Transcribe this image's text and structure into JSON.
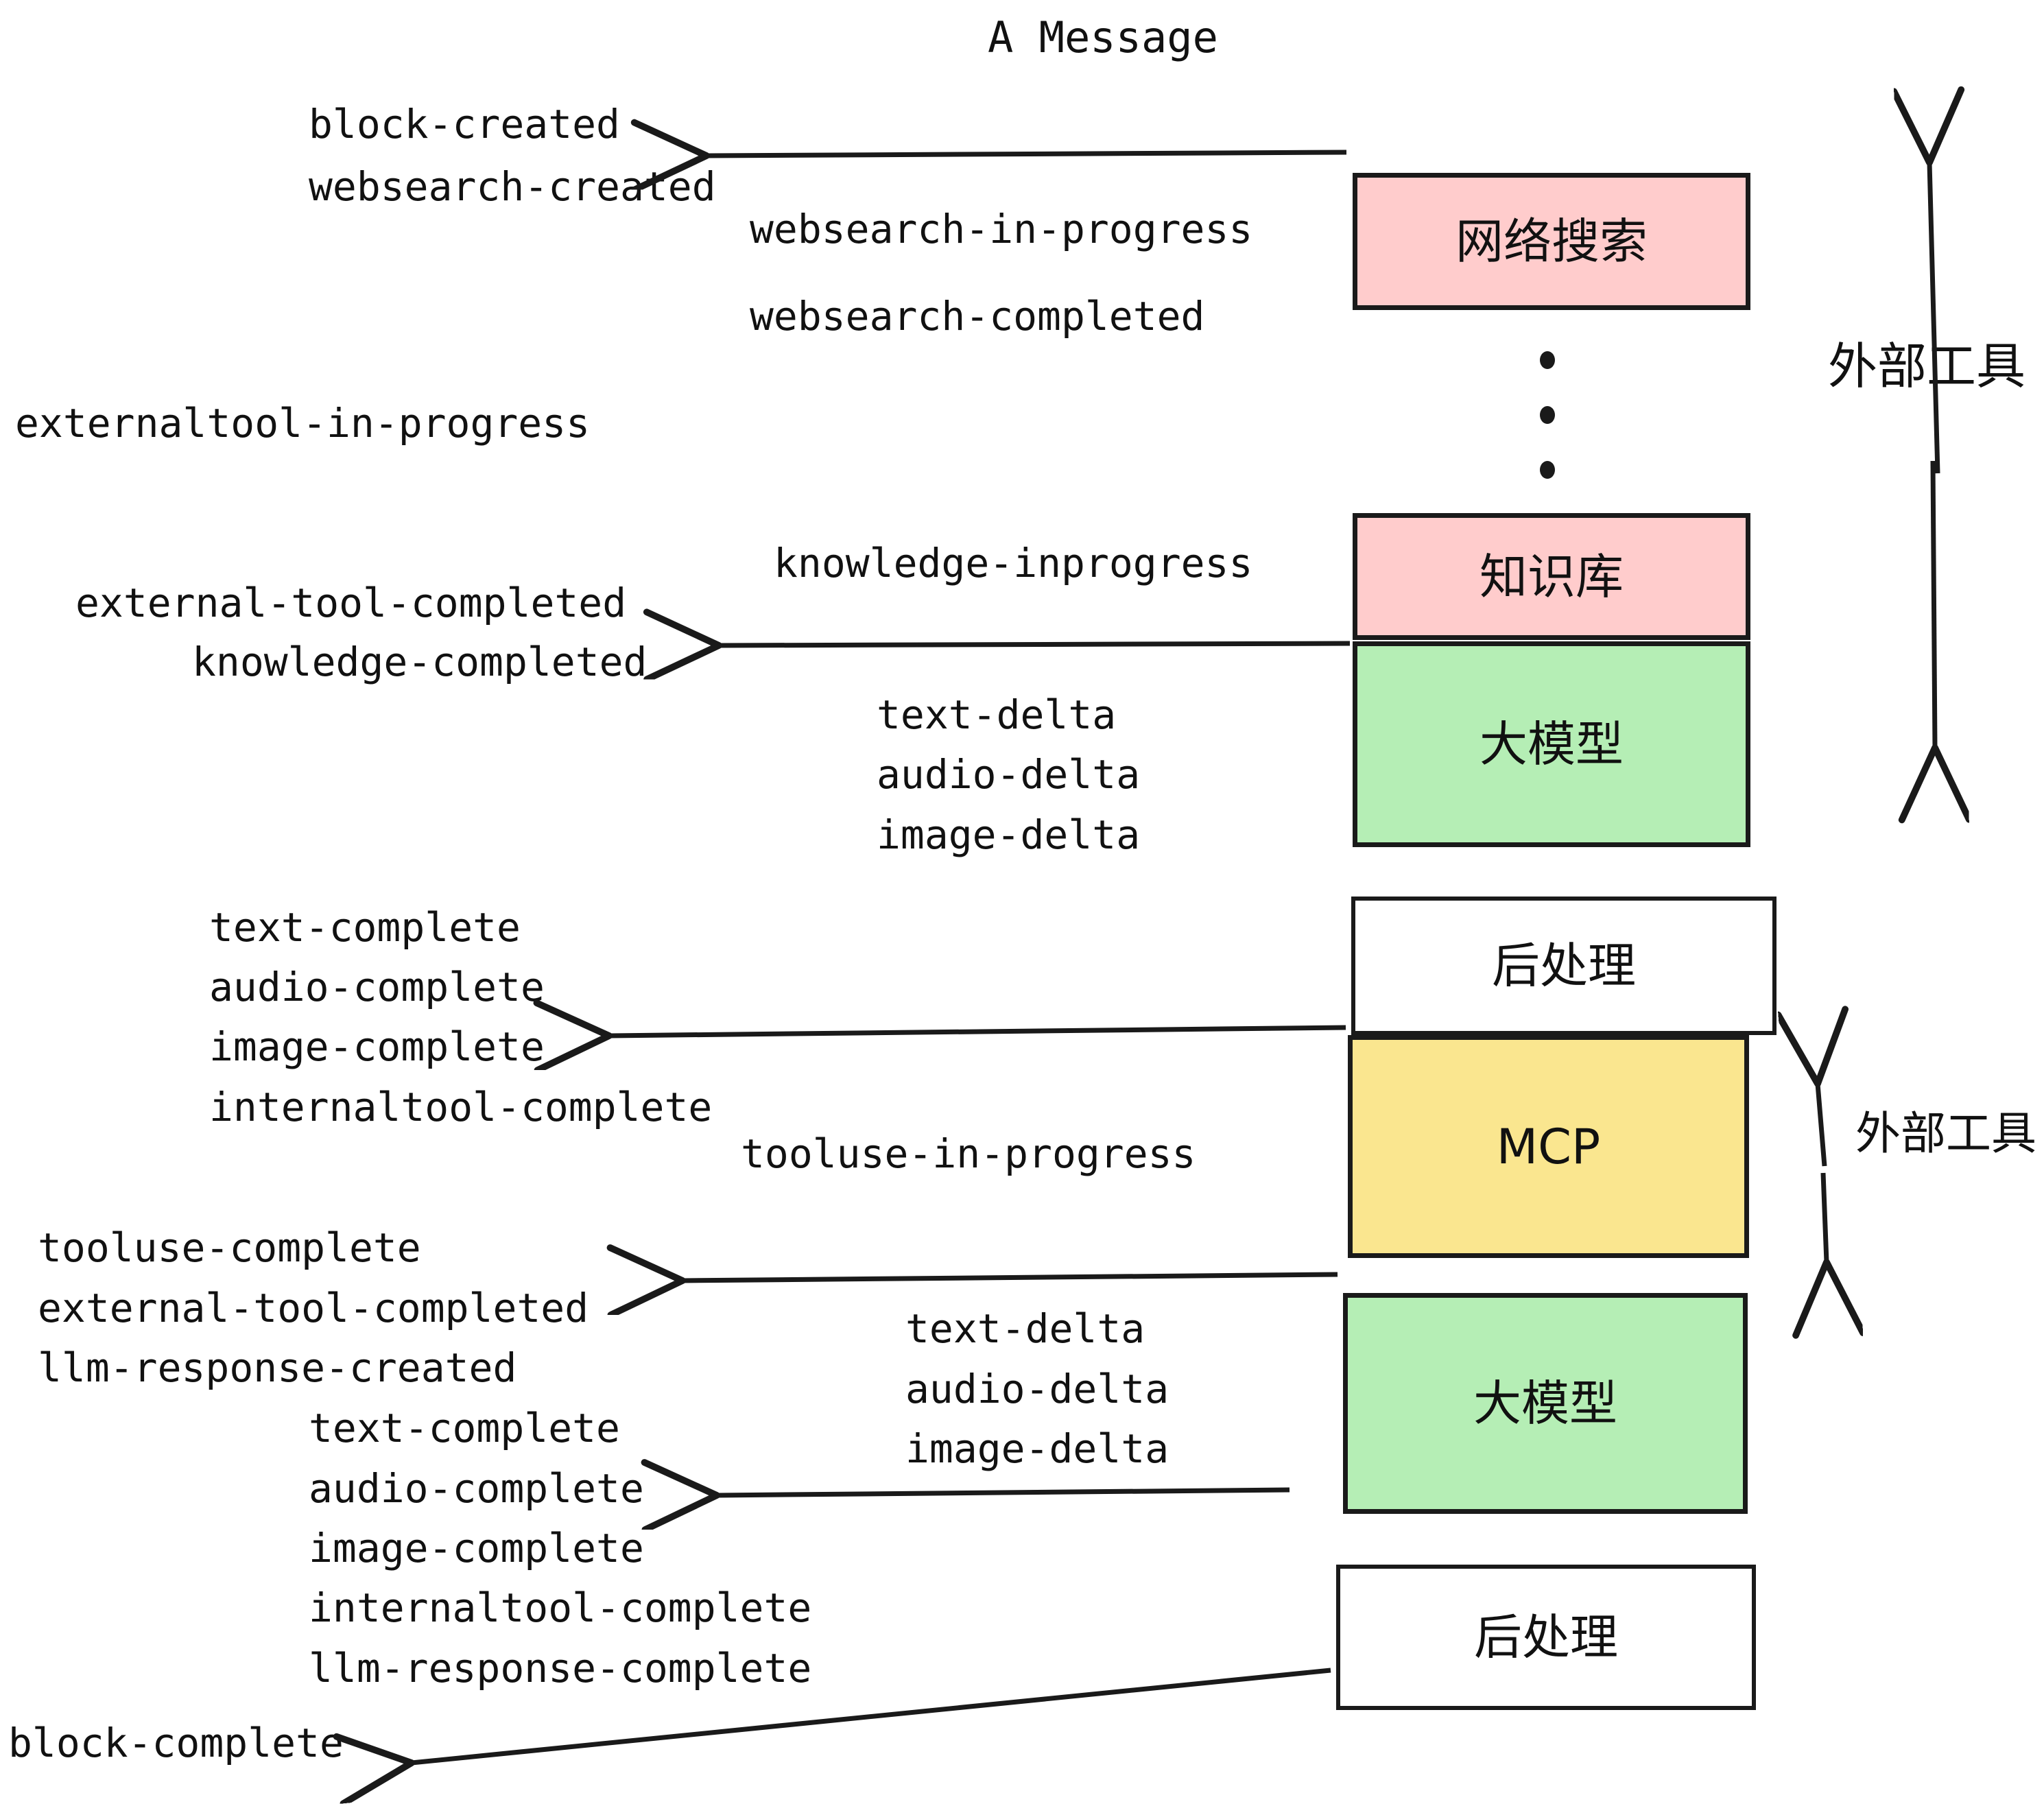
{
  "title": "A Message",
  "colors": {
    "pink": "#ffcccc",
    "green": "#b5eeb5",
    "yellow": "#fae68f",
    "white": "#ffffff",
    "stroke": "#1a1a1a",
    "text": "#111111"
  },
  "nodes": [
    {
      "id": "websearch",
      "label": "网络搜索",
      "fill": "pink"
    },
    {
      "id": "knowledge",
      "label": "知识库",
      "fill": "pink"
    },
    {
      "id": "llm-1",
      "label": "大模型",
      "fill": "green"
    },
    {
      "id": "postprocess-1",
      "label": "后处理",
      "fill": "white"
    },
    {
      "id": "mcp",
      "label": "MCP",
      "fill": "yellow"
    },
    {
      "id": "llm-2",
      "label": "大模型",
      "fill": "green"
    },
    {
      "id": "postprocess-2",
      "label": "后处理",
      "fill": "white"
    }
  ],
  "side_labels": [
    {
      "id": "external-tools-top",
      "label": "外部工具"
    },
    {
      "id": "external-tools-bottom",
      "label": "外部工具"
    }
  ],
  "events": {
    "block_created": "block-created",
    "websearch_created": "websearch-created",
    "websearch_in_progress": "websearch-in-progress",
    "websearch_completed": "websearch-completed",
    "externaltool_in_progress": "externaltool-in-progress",
    "knowledge_inprogress": "knowledge-inprogress",
    "external_tool_completed": "external-tool-completed",
    "knowledge_completed": "knowledge-completed",
    "text_delta_1": "text-delta",
    "audio_delta_1": "audio-delta",
    "image_delta_1": "image-delta",
    "text_complete_1": "text-complete",
    "audio_complete_1": "audio-complete",
    "image_complete_1": "image-complete",
    "internaltool_complete_1": "internaltool-complete",
    "tooluse_in_progress": "tooluse-in-progress",
    "tooluse_complete": "tooluse-complete",
    "external_tool_completed_2": "external-tool-completed",
    "llm_response_created": "llm-response-created",
    "text_delta_2": "text-delta",
    "audio_delta_2": "audio-delta",
    "image_delta_2": "image-delta",
    "text_complete_2": "text-complete",
    "audio_complete_2": "audio-complete",
    "image_complete_2": "image-complete",
    "internaltool_complete_2": "internaltool-complete",
    "llm_response_complete": "llm-response-complete",
    "block_complete": "block-complete"
  }
}
